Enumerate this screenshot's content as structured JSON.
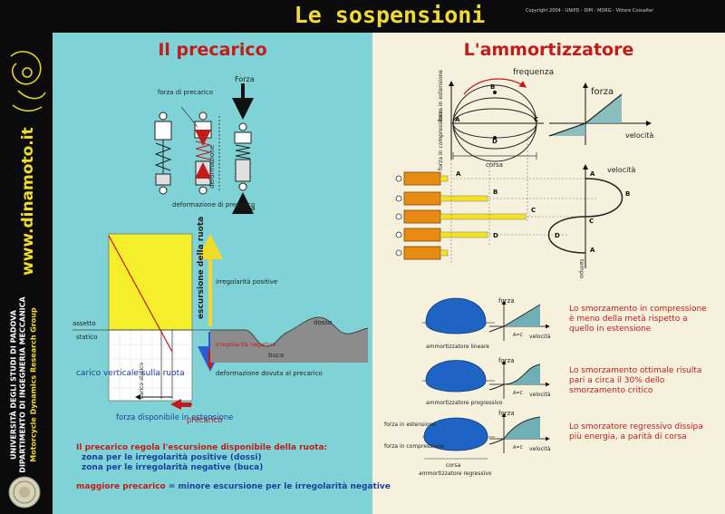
{
  "header": {
    "title": "Le sospensioni",
    "copyright": "Copyright 2004 - UNIPD - DIM - MDRG - Vittore Cossalter"
  },
  "sidebar": {
    "website": "www.dinamoto.it",
    "university_line1": "UNIVERSITÀ DEGLI STUDI DI PADOVA",
    "university_line2": "DIPARTIMENTO DI INGEGNERIA MECCANICA",
    "group": "Motorcycle Dynamics Research Group"
  },
  "left_panel": {
    "title": "Il precarico",
    "top_diagram": {
      "forza_label": "Forza",
      "forza_di_precarico": "forza di precarico",
      "deformazione": "deformazione",
      "deformazione_di_precarico": "deformazione di precarico",
      "forza_bottom": "Forza"
    },
    "main_diagram": {
      "escursione": "escursione della ruota",
      "irregolarita_positive": "irregolarità positive",
      "assetto": "assetto",
      "statico": "statico",
      "irregolarita_negative": "irregolarità negative",
      "dosso": "dosso",
      "buca": "buca",
      "carico_verticale": "carico verticale sulla ruota",
      "deformazione_precarico": "deformazione dovuta al precarico",
      "carico_statico": "carico statico",
      "forza_disponibile": "forza disponibile in estensione",
      "precarico": "precarico"
    },
    "notes": {
      "line1": "Il precarico regola l'escursione disponibile della ruota:",
      "line2": "zona per le irregolarità positive (dossi)",
      "line3": "zona per le irregolarità negative (buca)",
      "line4_red": "maggiore precarico",
      "line4_rest": "= minore escursione per le irregolarità negative"
    }
  },
  "right_panel": {
    "title": "L'ammortizzatore",
    "top_diagram": {
      "frequenza": "frequenza",
      "forza": "forza",
      "velocita": "velocità",
      "forza_in_estensione": "forza in estensione",
      "forza_in_compressione": "forza in compressione",
      "corsa": "corsa",
      "velocita_2": "velocità",
      "tempo": "tempo",
      "points": [
        "A",
        "B",
        "C",
        "D"
      ]
    },
    "cases": [
      {
        "caption": "ammortizzatore lineare",
        "forza": "forza",
        "velocita": "velocità",
        "ac": "A=C",
        "text": "Lo smorzamento in compressione è meno della metà rispetto a quello in estensione"
      },
      {
        "caption": "ammortizzatore progressivo",
        "forza": "forza",
        "velocita": "velocità",
        "ac": "A=C",
        "text": "Lo smorzamento ottimale risulta pari a circa il 30% dello smorzamento critico"
      },
      {
        "caption": "ammortizzatore regressivo",
        "forza": "forza",
        "velocita": "velocità",
        "ac": "A=C",
        "forza_in_estensione": "forza in estensione",
        "forza_in_compressione": "forza in compressione",
        "corsa": "corsa",
        "text": "Lo smorzatore regressivo dissipa più energia, a parità di corsa"
      }
    ]
  },
  "colors": {
    "left_bg": "#7fd3d6",
    "right_bg": "#f6f1dd",
    "title_red": "#c41a1a",
    "sidebar_yellow": "#f1dc2a",
    "piston_orange": "#e98b13",
    "rod_yellow": "#f5e321",
    "ellipse_blue": "#1f63c5",
    "curve_teal": "#6fb0b6"
  }
}
